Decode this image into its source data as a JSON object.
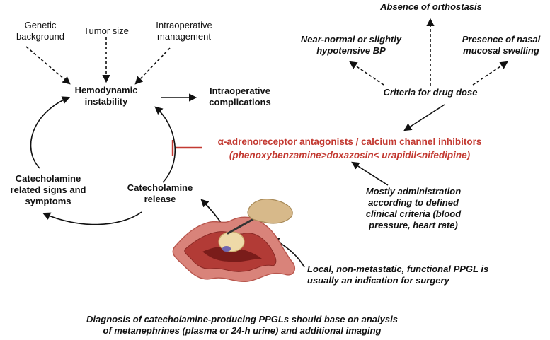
{
  "labels": {
    "genetic": "Genetic\nbackground",
    "tumor": "Tumor size",
    "intraop_mgmt": "Intraoperative\nmanagement",
    "hemo": "Hemodynamic\ninstability",
    "complications": "Intraoperative\ncomplications",
    "orthostasis": "Absence of orthostasis",
    "near_normal": "Near-normal or slightly\nhypotensive BP",
    "nasal": "Presence of nasal\nmucosal swelling",
    "criteria": "Criteria for drug dose",
    "drugs_line1": "α-adrenoreceptor antagonists / calcium channel inhibitors",
    "drugs_line2": "(phenoxybenzamine>doxazosin< urapidil<nifedipine)",
    "cat_signs": "Catecholamine\nrelated signs and\nsymptoms",
    "cat_release": "Catecholamine\nrelease",
    "administration": "Mostly administration\naccording to defined\nclinical criteria (blood\npressure, heart rate)",
    "local": "Local, non-metastatic, functional PPGL is\nusually an indication for surgery",
    "diagnosis": "Diagnosis of catecholamine-producing PPGLs should base on analysis\nof metanephrines (plasma or 24-h urine) and additional imaging"
  },
  "colors": {
    "text": "#111111",
    "drug_red": "#c33a32",
    "tissue_outer": "#d9837a",
    "tissue_inner": "#b23b36",
    "tumor": "#eed9a8",
    "glove": "#d7b98a"
  },
  "icons": {
    "illustration": "adrenal-gland-surgery-illustration"
  }
}
